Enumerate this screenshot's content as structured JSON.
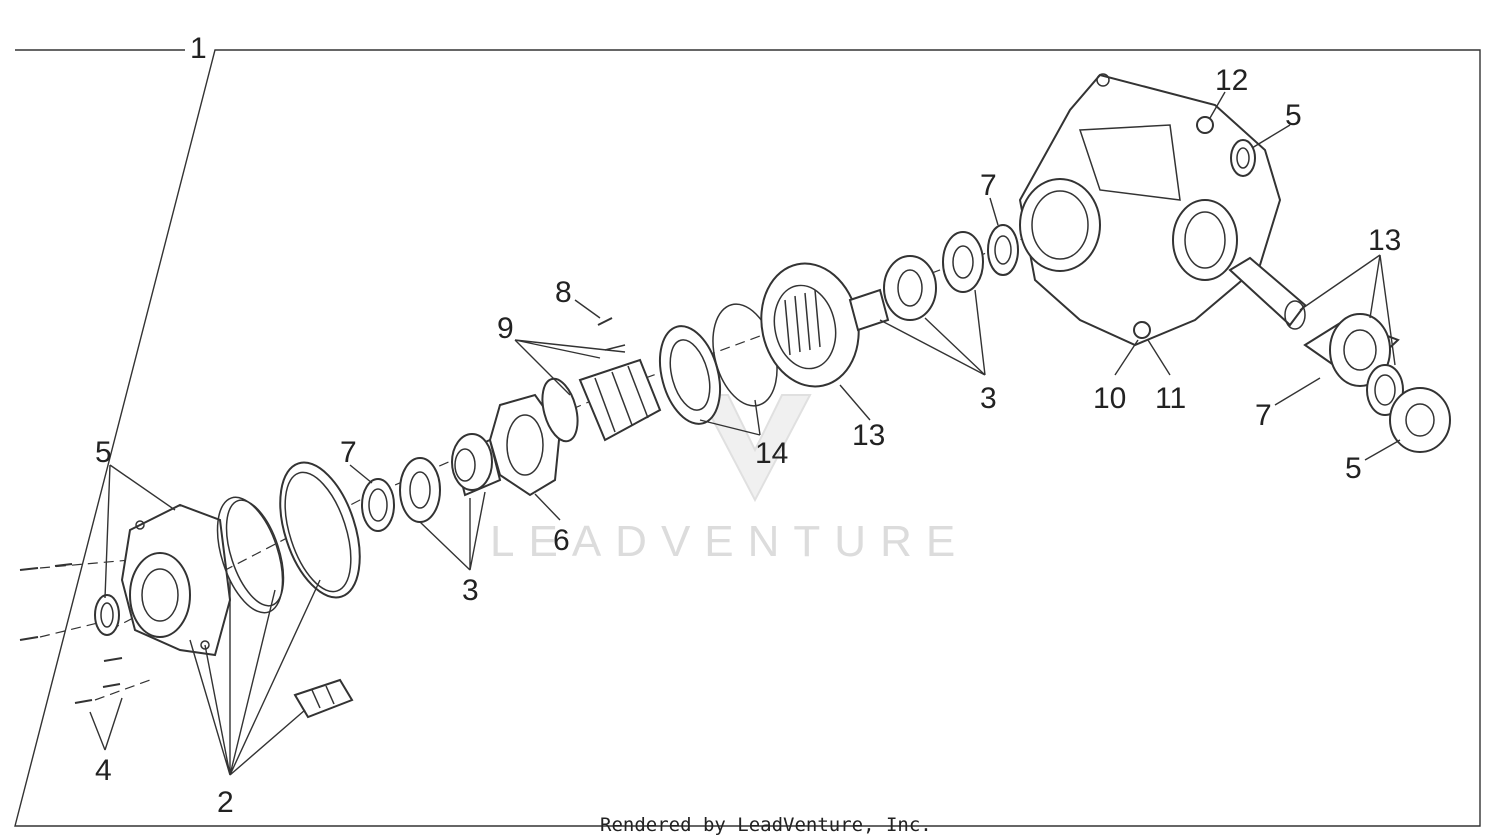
{
  "assembly_label": "1",
  "credit": "Rendered by LeadVenture, Inc.",
  "watermark": "LEADVENTURE",
  "callouts": {
    "c1": "1",
    "c2": "2",
    "c3a": "3",
    "c3b": "3",
    "c4": "4",
    "c5a": "5",
    "c5b": "5",
    "c5c": "5",
    "c6": "6",
    "c7a": "7",
    "c7b": "7",
    "c7c": "7",
    "c8": "8",
    "c9": "9",
    "c10": "10",
    "c11": "11",
    "c12": "12",
    "c13a": "13",
    "c13b": "13",
    "c14": "14"
  }
}
